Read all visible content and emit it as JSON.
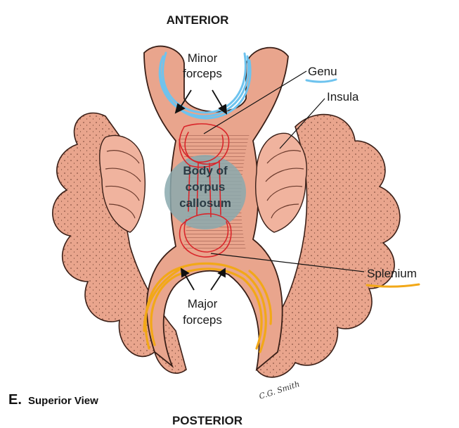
{
  "orientation": {
    "top": "ANTERIOR",
    "bottom": "POSTERIOR"
  },
  "caption": {
    "letter": "E.",
    "text": "Superior View"
  },
  "labels": {
    "minor_forceps_line1": "Minor",
    "minor_forceps_line2": "forceps",
    "major_forceps_line1": "Major",
    "major_forceps_line2": "forceps",
    "genu": "Genu",
    "insula": "Insula",
    "splenium": "Splenium",
    "body_line1": "Body of",
    "body_line2": "corpus",
    "body_line3": "callosum"
  },
  "signature": "C.G. Smith",
  "colors": {
    "tissue": "#e9a58d",
    "tissue_dark": "#b9654f",
    "outline": "#3a1f17",
    "minor_forceps_highlight": "#6ec3ee",
    "major_forceps_highlight": "#f2a818",
    "body_scribble": "#d9252a",
    "body_overlay": "#8aa9ae"
  }
}
